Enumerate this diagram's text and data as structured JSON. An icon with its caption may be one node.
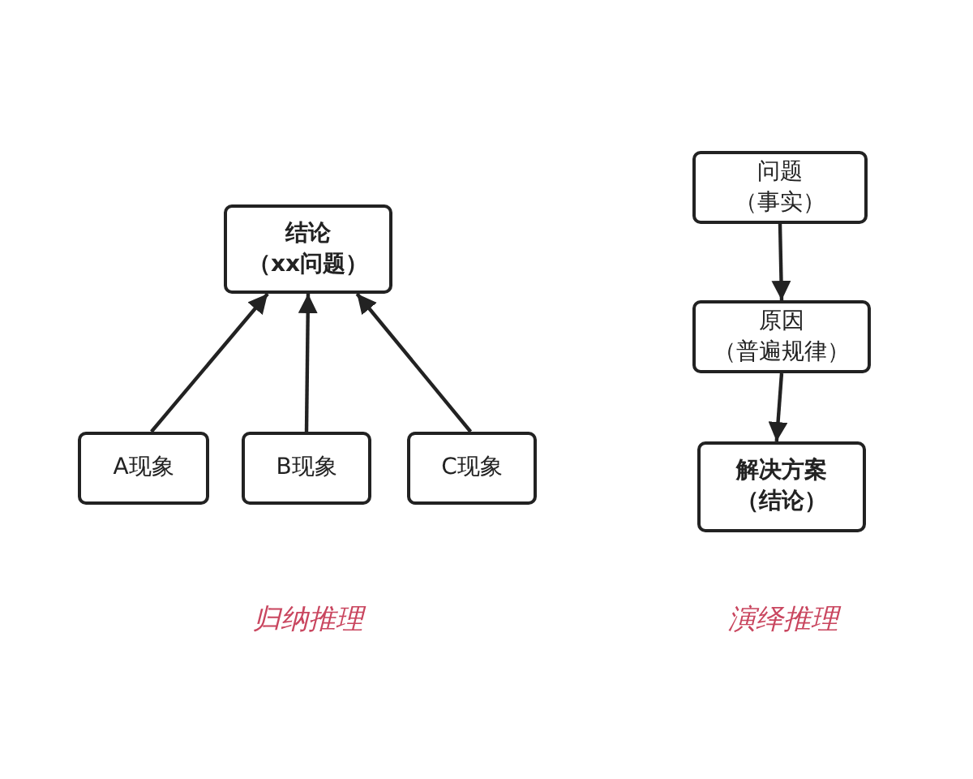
{
  "diagram": {
    "nodes": [
      {
        "text": [
          "结论",
          "（xx问题）"
        ]
      },
      {
        "text": [
          "A现象"
        ]
      },
      {
        "text": [
          "B现象"
        ]
      },
      {
        "text": [
          "C现象"
        ]
      },
      {
        "text": [
          "问题",
          "（事实）"
        ]
      },
      {
        "text": [
          "原因",
          "（普遍规律）"
        ]
      },
      {
        "text": [
          "解决方案",
          "（结论）"
        ]
      }
    ],
    "edges": [
      {
        "from": 1,
        "to": 0,
        "arrow": "to"
      },
      {
        "from": 2,
        "to": 0,
        "arrow": "to"
      },
      {
        "from": 3,
        "to": 0,
        "arrow": "to"
      },
      {
        "from": 4,
        "to": 5,
        "arrow": "to"
      },
      {
        "from": 5,
        "to": 6,
        "arrow": "to"
      }
    ],
    "labels": [
      "归纳推理",
      "演绎推理"
    ]
  }
}
